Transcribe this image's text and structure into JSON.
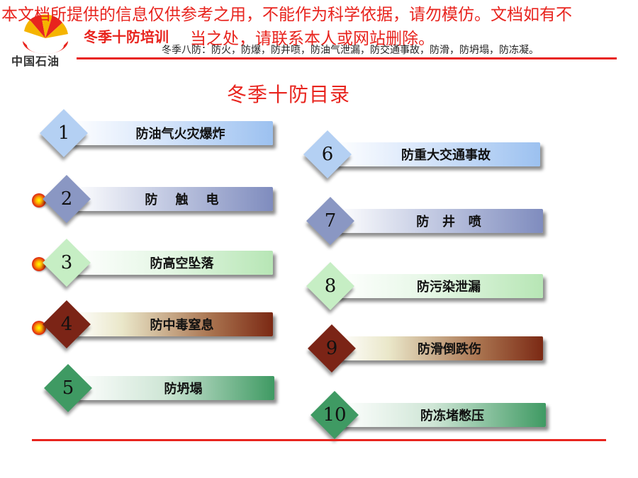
{
  "watermark": {
    "line1": "本文档所提供的信息仅供参考之用，不能作为科学依据，请勿模仿。文档如有不",
    "line2": "当之处，请联系本人或网站删除。"
  },
  "header": {
    "logo_text": "中国石油",
    "title": "冬季十防培训",
    "subtitle": "冬季八防：防火，防爆，防井喷，防油气泄漏，防交通事故，防滑，防坍塌，防冻凝。"
  },
  "page_title": "冬季十防目录",
  "items": [
    {
      "num": "1",
      "label": "防油气火灾爆炸"
    },
    {
      "num": "2",
      "label": "防    触    电"
    },
    {
      "num": "3",
      "label": "防高空坠落"
    },
    {
      "num": "4",
      "label": "防中毒窒息"
    },
    {
      "num": "5",
      "label": "防坍塌"
    },
    {
      "num": "6",
      "label": "防重大交通事故"
    },
    {
      "num": "7",
      "label": "防   井   喷"
    },
    {
      "num": "8",
      "label": "防污染泄漏"
    },
    {
      "num": "9",
      "label": "防滑倒跌伤"
    },
    {
      "num": "10",
      "label": "防冻堵憋压"
    }
  ],
  "colors": {
    "accent": "#e8241e",
    "blue": "#9cc1f0",
    "slate": "#7f8cbe",
    "green": "#b7e6b5",
    "brown": "#7b2914",
    "teal": "#3f9a63"
  }
}
